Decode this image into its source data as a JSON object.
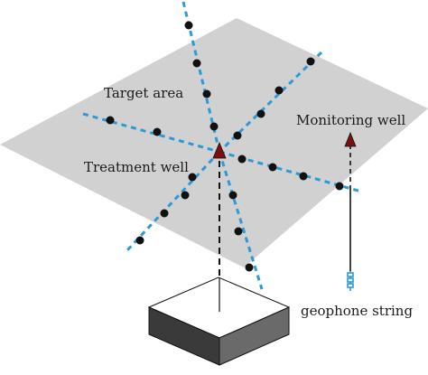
{
  "labels": {
    "target_area": "Target area",
    "treatment_well": "Treatment well",
    "monitoring_well": "Monitoring well",
    "geophone_string": "geophone string"
  },
  "colors": {
    "plane": "#d1d1d1",
    "fracture_line": "#2a9bd8",
    "event_dot": "#111111",
    "well_marker": "#7a1010",
    "geophone": "#2a9bd8",
    "box_top": "#ffffff",
    "box_side_left": "#3a3a3a",
    "box_side_right": "#6a6a6a"
  }
}
